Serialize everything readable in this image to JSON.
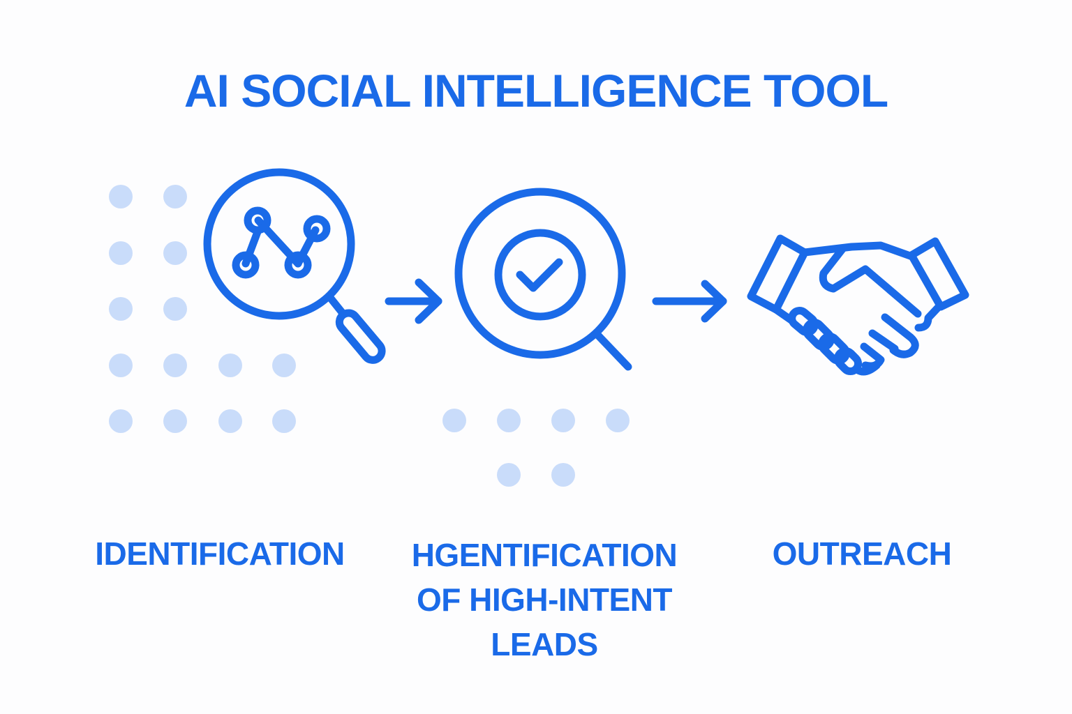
{
  "title": "AI SOCIAL INTELLIGENCE TOOL",
  "colors": {
    "primary": "#1a6ae8",
    "dot": "#c9dcfa",
    "background": "#fdfdfe"
  },
  "steps": [
    {
      "label": "IDENTIFICATION",
      "icon": "magnifier-network-icon"
    },
    {
      "label": "HGENTIFICATION OF HIGH-INTENT LEADS",
      "icon": "magnifier-check-icon"
    },
    {
      "label": "OUTREACH",
      "icon": "handshake-icon"
    }
  ],
  "arrows": [
    "arrow-right-icon",
    "arrow-right-icon"
  ]
}
